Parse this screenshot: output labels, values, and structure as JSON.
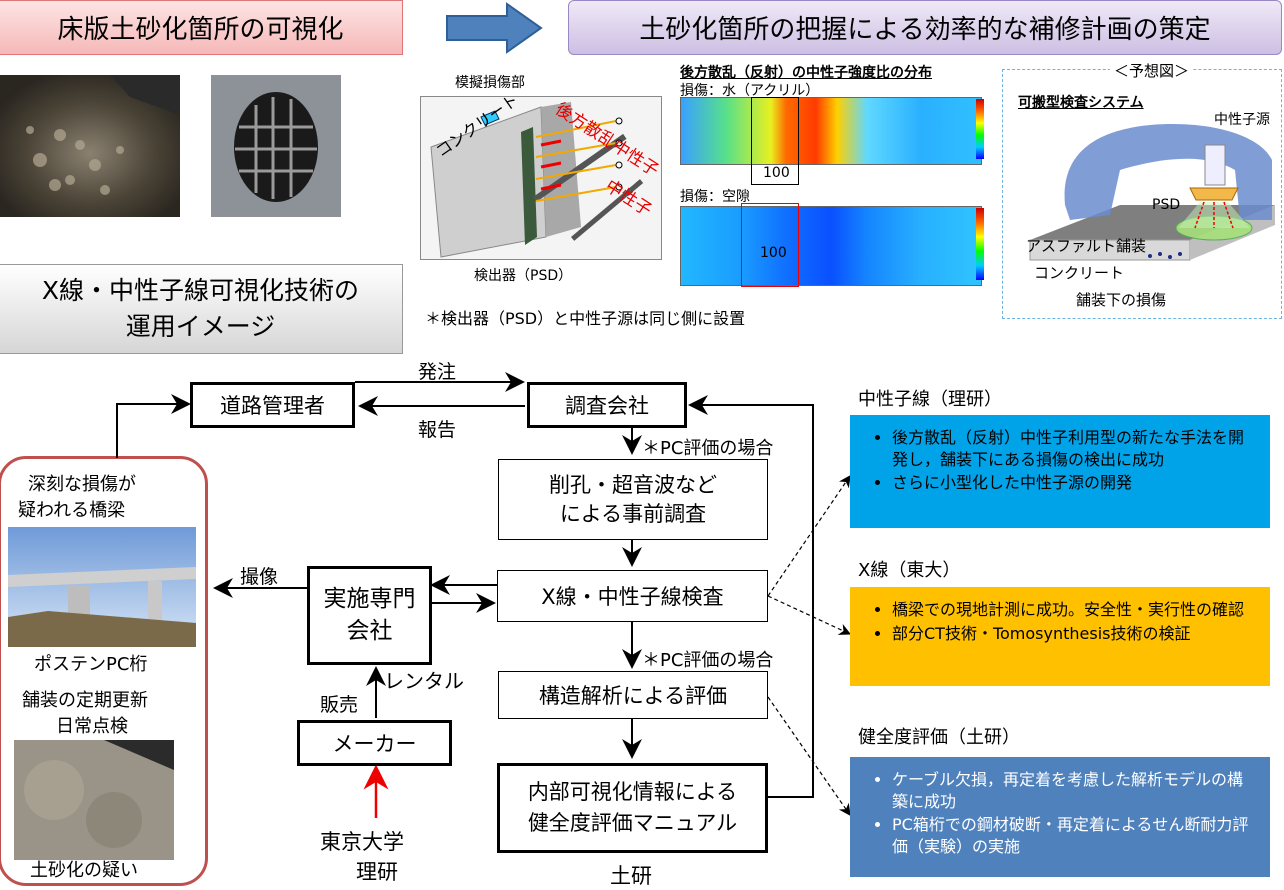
{
  "banners": {
    "left": "床版土砂化箇所の可視化",
    "right": "土砂化箇所の把握による効率的な補修計画の策定",
    "ops_line1": "X線・中性子線可視化技術の",
    "ops_line2": "運用イメージ"
  },
  "experiment": {
    "sample_label": "模擬損傷部",
    "concrete_label": "コンクリート",
    "backscatter_label": "後方散乱中性子",
    "neutron_label": "中性子",
    "detector_label": "検出器（PSD）",
    "note": "＊検出器（PSD）と中性子源は同じ側に設置"
  },
  "distribution": {
    "title": "後方散乱（反射）の中性子強度比の分布",
    "water_label": "損傷：水（アクリル）",
    "void_label": "損傷：空隙",
    "value_water": "100",
    "value_void": "100"
  },
  "forecast": {
    "title": "＜予想図＞",
    "system_label": "可搬型検査システム",
    "source_label": "中性子源",
    "psd_label": "PSD",
    "asphalt_label": "アスファルト舗装",
    "concrete_label": "コンクリート",
    "damage_label": "舗装下の損傷"
  },
  "bridge_panel": {
    "text1_line1": "深刻な損傷が",
    "text1_line2": "疑われる橋梁",
    "caption1": "ポステンPC桁",
    "text2_line1": "舗装の定期更新",
    "text2_line2": "日常点検",
    "caption2": "土砂化の疑い"
  },
  "flow": {
    "road_admin": "道路管理者",
    "survey_co": "調査会社",
    "order": "発注",
    "report": "報告",
    "pc_case1": "＊PC評価の場合",
    "pre_survey_line1": "削孔・超音波など",
    "pre_survey_line2": "による事前調査",
    "imaging": "撮像",
    "specialist_line1": "実施専門",
    "specialist_line2": "会社",
    "inspection": "X線・中性子線検査",
    "pc_case2": "＊PC評価の場合",
    "rental": "レンタル",
    "sales": "販売",
    "maker": "メーカー",
    "structural": "構造解析による評価",
    "manual_line1": "内部可視化情報による",
    "manual_line2": "健全度評価マニュアル",
    "univ_line1": "東京大学",
    "univ_line2": "理研",
    "pwri": "土研"
  },
  "panels": {
    "riken": {
      "title": "中性子線（理研）",
      "items": [
        "後方散乱（反射）中性子利用型の新たな手法を開発し，舗装下にある損傷の検出に成功",
        "さらに小型化した中性子源の開発"
      ],
      "color": "#00a2e8"
    },
    "todai": {
      "title": "X線（東大）",
      "items": [
        "橋梁での現地計測に成功。安全性・実行性の確認",
        "部分CT技術・Tomosynthesis技術の検証"
      ],
      "color": "#ffc000"
    },
    "pwri": {
      "title": "健全度評価（土研）",
      "items": [
        "ケーブル欠損，再定着を考慮した解析モデルの構築に成功",
        "PC箱桁での鋼材破断・再定着によるせん断耐力評価（実験）の実施"
      ],
      "color": "#4f81bd"
    }
  }
}
